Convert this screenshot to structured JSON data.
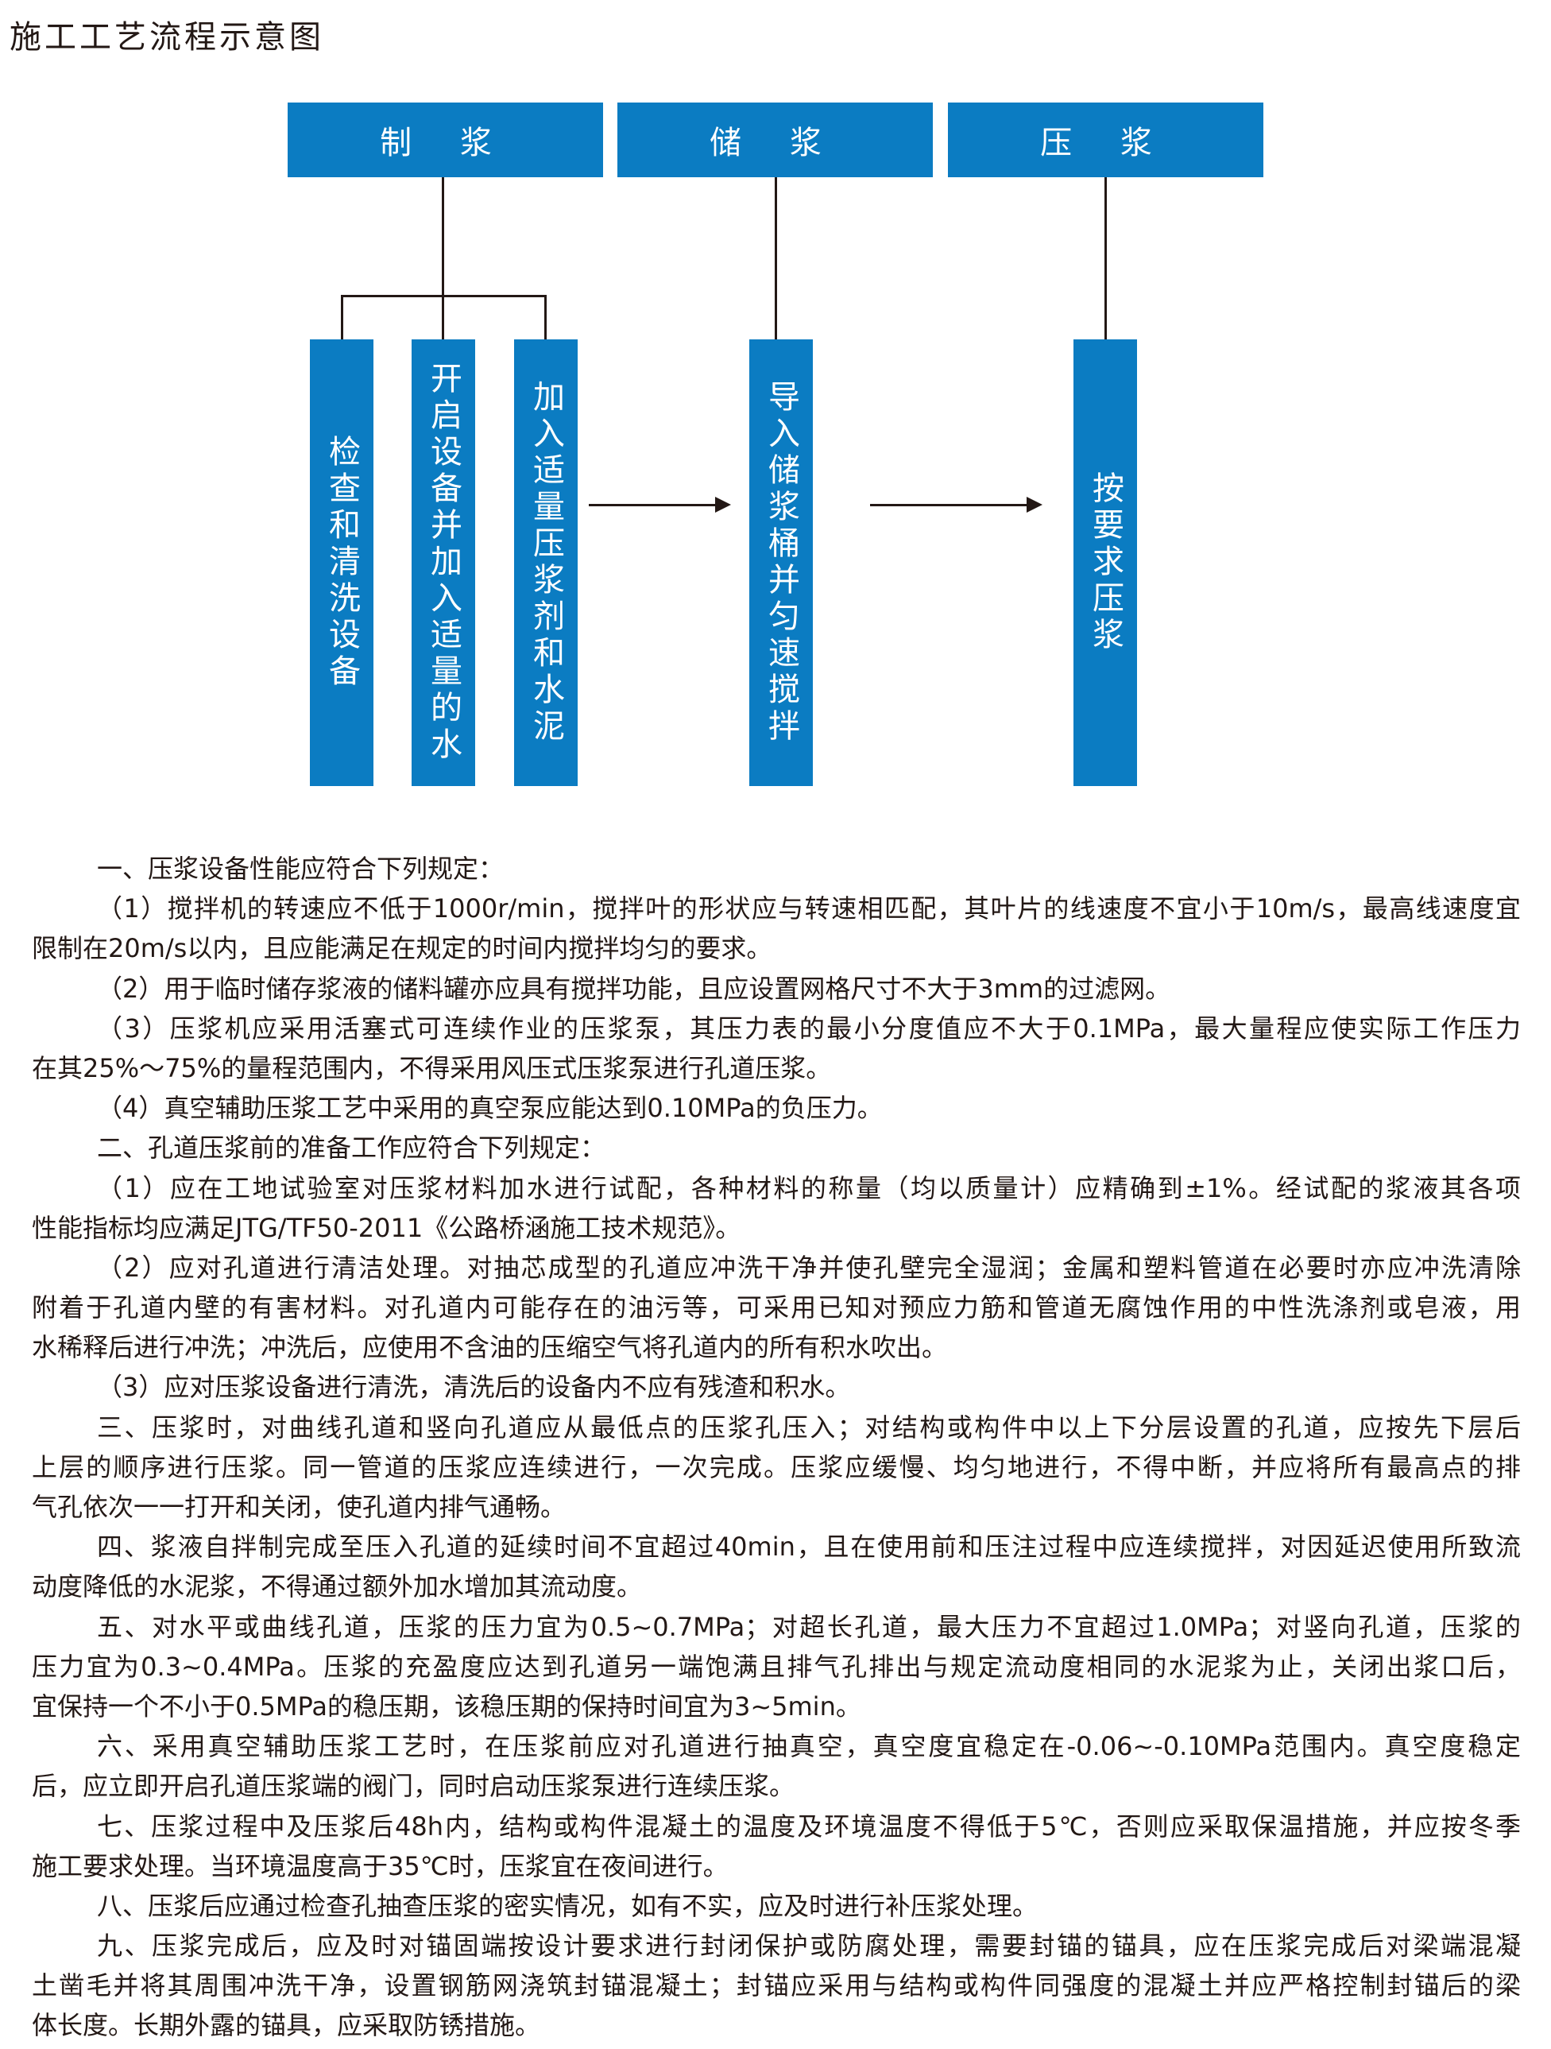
{
  "title": "施工工艺流程示意图",
  "colors": {
    "box": "#0b7cc2",
    "text": "#231815"
  },
  "flow": {
    "stages": [
      "制 浆",
      "储 浆",
      "压 浆"
    ],
    "steps": [
      "检查和清洗设备",
      "开启设备并加入适量的水",
      "加入适量压浆剂和水泥",
      "导入储浆桶并匀速搅拌",
      "按要求压浆"
    ]
  },
  "paragraphs": [
    [
      "一、压浆设备性能应符合下列规定："
    ],
    [
      "（1）搅拌机的转速应不低于1000r/min，搅拌叶的形状应与转速相匹配，其叶片的线速度不宜小于10m/s，最高线速度宜",
      "限制在20m/s以内，且应能满足在规定的时间内搅拌均匀的要求。"
    ],
    [
      "（2）用于临时储存浆液的储料罐亦应具有搅拌功能，且应设置网格尺寸不大于3mm的过滤网。"
    ],
    [
      "（3）压浆机应采用活塞式可连续作业的压浆泵，其压力表的最小分度值应不大于0.1MPa，最大量程应使实际工作压力",
      "在其25%～75%的量程范围内，不得采用风压式压浆泵进行孔道压浆。"
    ],
    [
      "（4）真空辅助压浆工艺中采用的真空泵应能达到0.10MPa的负压力。"
    ],
    [
      "二、孔道压浆前的准备工作应符合下列规定："
    ],
    [
      "（1）应在工地试验室对压浆材料加水进行试配，各种材料的称量（均以质量计）应精确到±1%。经试配的浆液其各项",
      "性能指标均应满足JTG/TF50-2011《公路桥涵施工技术规范》。"
    ],
    [
      "（2）应对孔道进行清洁处理。对抽芯成型的孔道应冲洗干净并使孔壁完全湿润；金属和塑料管道在必要时亦应冲洗清除",
      "附着于孔道内壁的有害材料。对孔道内可能存在的油污等，可采用已知对预应力筋和管道无腐蚀作用的中性洗涤剂或皂液，用",
      "水稀释后进行冲洗；冲洗后，应使用不含油的压缩空气将孔道内的所有积水吹出。"
    ],
    [
      "（3）应对压浆设备进行清洗，清洗后的设备内不应有残渣和积水。"
    ],
    [
      "三、压浆时，对曲线孔道和竖向孔道应从最低点的压浆孔压入；对结构或构件中以上下分层设置的孔道，应按先下层后",
      "上层的顺序进行压浆。同一管道的压浆应连续进行，一次完成。压浆应缓慢、均匀地进行，不得中断，并应将所有最高点的排",
      "气孔依次一一打开和关闭，使孔道内排气通畅。"
    ],
    [
      "四、浆液自拌制完成至压入孔道的延续时间不宜超过40min，且在使用前和压注过程中应连续搅拌，对因延迟使用所致流",
      "动度降低的水泥浆，不得通过额外加水增加其流动度。"
    ],
    [
      "五、对水平或曲线孔道，压浆的压力宜为0.5~0.7MPa；对超长孔道，最大压力不宜超过1.0MPa；对竖向孔道，压浆的",
      "压力宜为0.3~0.4MPa。压浆的充盈度应达到孔道另一端饱满且排气孔排出与规定流动度相同的水泥浆为止，关闭出浆口后，",
      "宜保持一个不小于0.5MPa的稳压期，该稳压期的保持时间宜为3~5min。"
    ],
    [
      "六、采用真空辅助压浆工艺时，在压浆前应对孔道进行抽真空，真空度宜稳定在-0.06~-0.10MPa范围内。真空度稳定",
      "后，应立即开启孔道压浆端的阀门，同时启动压浆泵进行连续压浆。"
    ],
    [
      "七、压浆过程中及压浆后48h内，结构或构件混凝土的温度及环境温度不得低于5℃，否则应采取保温措施，并应按冬季",
      "施工要求处理。当环境温度高于35℃时，压浆宜在夜间进行。"
    ],
    [
      "八、压浆后应通过检查孔抽查压浆的密实情况，如有不实，应及时进行补压浆处理。"
    ],
    [
      "九、压浆完成后，应及时对锚固端按设计要求进行封闭保护或防腐处理，需要封锚的锚具，应在压浆完成后对梁端混凝",
      "土凿毛并将其周围冲洗干净，设置钢筋网浇筑封锚混凝土；封锚应采用与结构或构件同强度的混凝土并应严格控制封锚后的梁",
      "体长度。长期外露的锚具，应采取防锈措施。"
    ]
  ]
}
